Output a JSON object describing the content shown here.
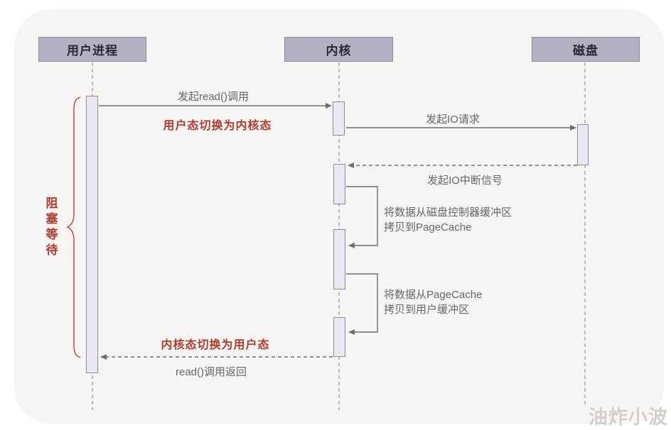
{
  "diagram": {
    "type": "sequence-diagram",
    "colors": {
      "panel_bg": "#f6f5f3",
      "actor_bg": "#b6b0c3",
      "actor_border": "#8e8b98",
      "actor_text": "#2b2833",
      "activation_fill": "#ece8f3",
      "activation_border": "#8d8d95",
      "line": "#6e6e6e",
      "lifeline": "#9c9c9c",
      "label_text": "#666666",
      "highlight": "#b13a2c",
      "watermark": "#d3cfc9"
    },
    "actors": [
      {
        "label": "用户进程"
      },
      {
        "label": "内核"
      },
      {
        "label": "磁盘"
      }
    ],
    "messages": {
      "read_call": "发起read()调用",
      "note_user_to_kernel": "用户态切换为内核态",
      "io_request": "发起IO请求",
      "io_interrupt": "发起IO中断信号",
      "copy_to_pagecache_line1": "将数据从磁盘控制器缓冲区",
      "copy_to_pagecache_line2": "拷贝到PageCache",
      "copy_to_userbuf_line1": "将数据从PageCache",
      "copy_to_userbuf_line2": "拷贝到用户缓冲区",
      "note_kernel_to_user": "内核态切换为用户态",
      "read_return": "read()调用返回"
    },
    "side_note": "阻塞等待",
    "watermark": "油炸小波"
  }
}
